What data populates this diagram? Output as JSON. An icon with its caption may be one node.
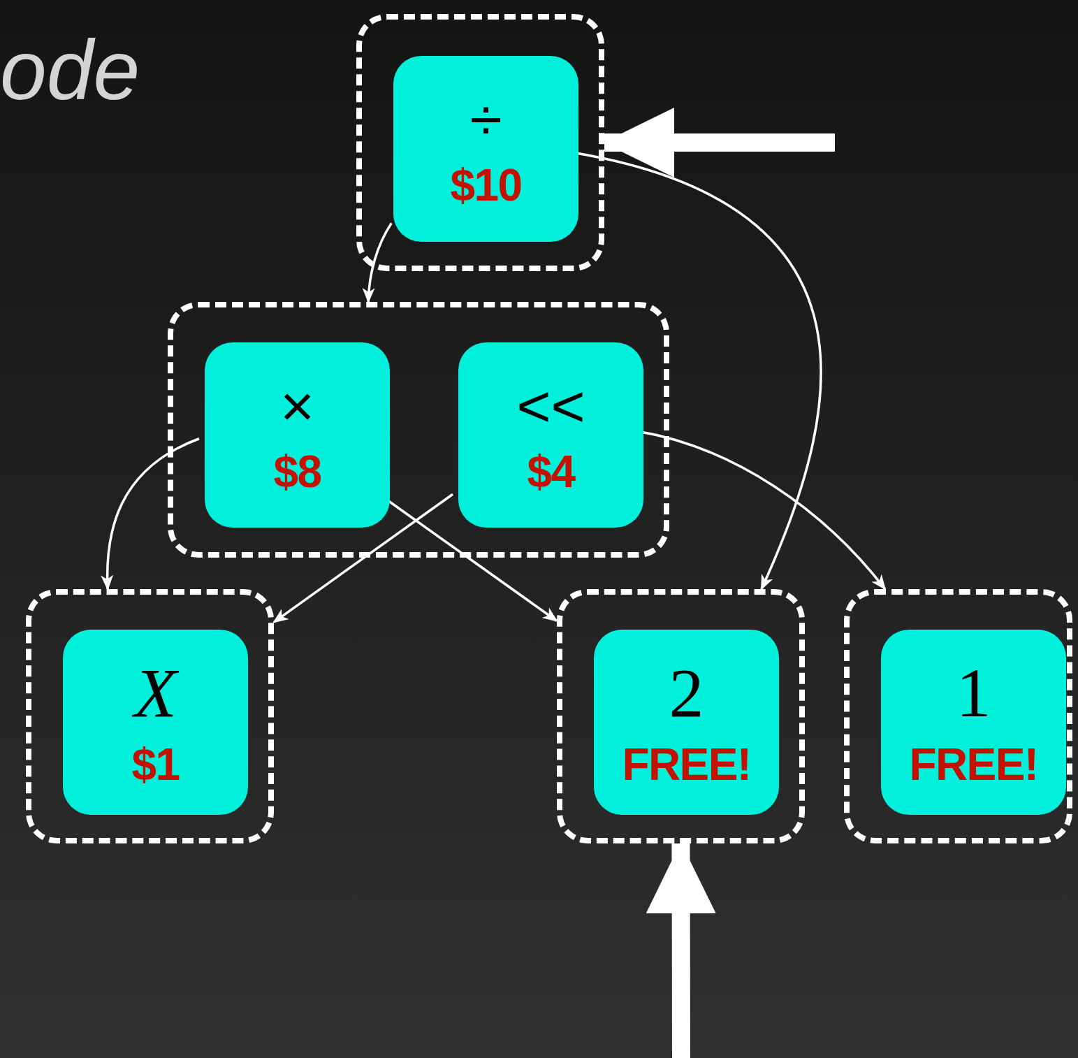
{
  "diagram": {
    "nodes": [
      {
        "text": [],
        "shape": "box"
      },
      {
        "text": [
          "÷",
          "$10"
        ],
        "in": 0
      },
      {
        "text": [],
        "shape": "box"
      },
      {
        "text": [
          "×",
          "$8"
        ],
        "in": 2
      },
      {
        "text": [
          "<<",
          "$4"
        ],
        "in": 2
      },
      {
        "text": [],
        "shape": "box"
      },
      {
        "text": [
          "X",
          "$1"
        ],
        "in": 5
      },
      {
        "text": [],
        "shape": "box"
      },
      {
        "text": [
          "2",
          "FREE!"
        ],
        "in": 7
      },
      {
        "text": [],
        "shape": "box"
      },
      {
        "text": [
          "1",
          "FREE!"
        ],
        "in": 9
      }
    ],
    "edges": [
      {
        "from": 1,
        "to": 2,
        "arrow": "to"
      },
      {
        "from": 1,
        "to": 7,
        "arrow": "to"
      },
      {
        "from": 3,
        "to": 5,
        "arrow": "to"
      },
      {
        "from": 3,
        "to": 7,
        "arrow": "to"
      },
      {
        "from": 4,
        "to": 5,
        "arrow": "to"
      },
      {
        "from": 4,
        "to": 9,
        "arrow": "to"
      },
      {
        "from": null,
        "to": 0,
        "arrow": "to",
        "style": "thick"
      },
      {
        "from": null,
        "to": 7,
        "arrow": "to",
        "style": "thick"
      }
    ],
    "labels": [
      "ode"
    ]
  }
}
